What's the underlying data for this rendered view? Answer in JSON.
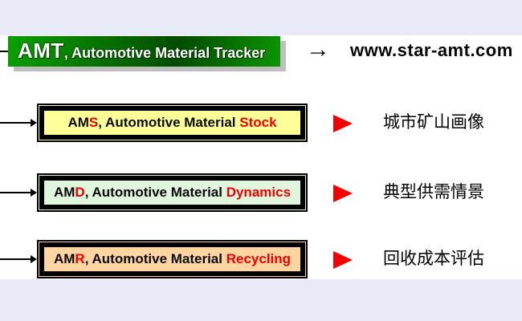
{
  "slide": {
    "background": "#ffffff",
    "band_color": "#e8eaf8"
  },
  "banner": {
    "acronym": "AMT",
    "title_rest": ", Automotive Material Tracker",
    "text_color": "#ffffff",
    "gradient_left": "#0aa000",
    "gradient_mid": "#024c00",
    "gradient_right": "#0c9500",
    "shadow_color": "#bfbfbf"
  },
  "header": {
    "arrow_glyph": "→",
    "url": "www.star-amt.com"
  },
  "accent": {
    "red": "#ee0000",
    "triangle_red": "#f40000"
  },
  "rows": [
    {
      "prefix": "AM",
      "key_letter": "S",
      "middle": ", Automotive Material ",
      "highlight": "Stock",
      "fill": "#ffff99",
      "caption": "城市矿山画像"
    },
    {
      "prefix": "AM",
      "key_letter": "D",
      "middle": ", Automotive Material ",
      "highlight": "Dynamics",
      "fill": "#dff5dc",
      "caption": "典型供需情景"
    },
    {
      "prefix": "AM",
      "key_letter": "R",
      "middle": ", Automotive Material ",
      "highlight": "Recycling",
      "fill": "#fcd5a0",
      "caption": "回收成本评估"
    }
  ]
}
